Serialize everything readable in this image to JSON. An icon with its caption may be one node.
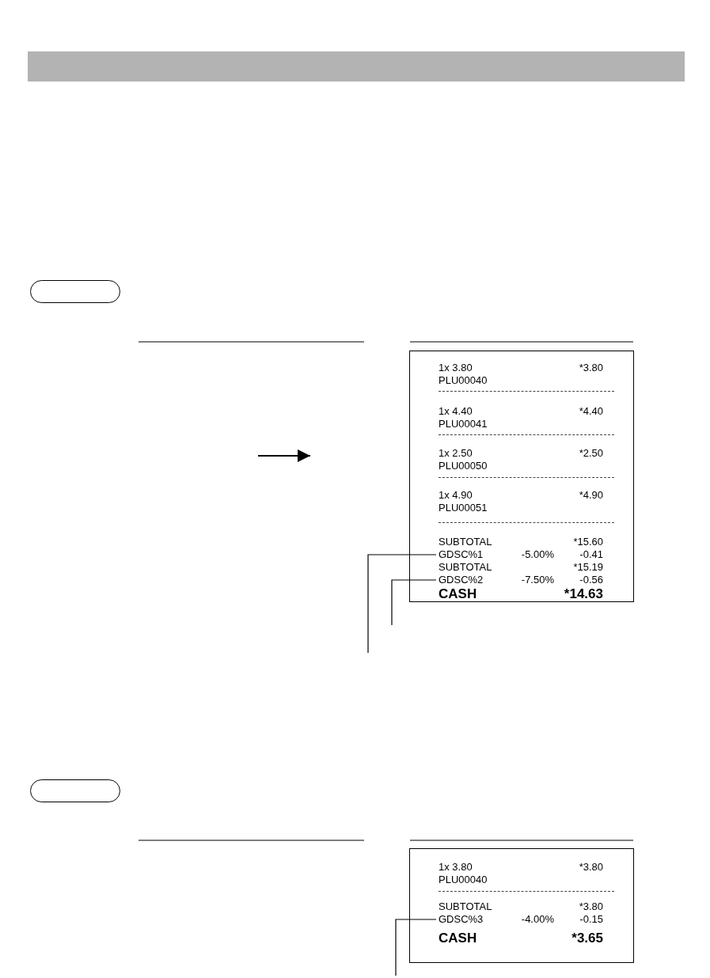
{
  "diagram": {
    "nodes": [
      {
        "text": [],
        "shape": "pill"
      },
      {
        "text": [],
        "shape": "box"
      },
      {
        "text": [
          "1x 3.80",
          "*3.80"
        ],
        "in": 1
      },
      {
        "text": [
          "PLU00040"
        ],
        "in": 1
      },
      {
        "text": [
          "1x 4.40",
          "*4.40"
        ],
        "in": 1
      },
      {
        "text": [
          "PLU00041"
        ],
        "in": 1
      },
      {
        "text": [
          "1x 2.50",
          "*2.50"
        ],
        "in": 1
      },
      {
        "text": [
          "PLU00050"
        ],
        "in": 1
      },
      {
        "text": [
          "1x 4.90",
          "*4.90"
        ],
        "in": 1
      },
      {
        "text": [
          "PLU00051"
        ],
        "in": 1
      },
      {
        "text": [
          "SUBTOTAL",
          "*15.60"
        ],
        "in": 1
      },
      {
        "text": [
          "GDSC%1",
          "-5.00%",
          "-0.41"
        ],
        "in": 1
      },
      {
        "text": [
          "SUBTOTAL",
          "*15.19"
        ],
        "in": 1
      },
      {
        "text": [
          "GDSC%2",
          "-7.50%",
          "-0.56"
        ],
        "in": 1
      },
      {
        "text": [
          "CASH",
          "*14.63"
        ],
        "in": 1
      },
      {
        "text": [],
        "shape": "pill"
      },
      {
        "text": [],
        "shape": "box"
      },
      {
        "text": [
          "1x 3.80",
          "*3.80"
        ],
        "in": 16
      },
      {
        "text": [
          "PLU00040"
        ],
        "in": 16
      },
      {
        "text": [
          "SUBTOTAL",
          "*3.80"
        ],
        "in": 16
      },
      {
        "text": [
          "GDSC%3",
          "-4.00%",
          "-0.15"
        ],
        "in": 16
      },
      {
        "text": [
          "CASH",
          "*3.65"
        ],
        "in": 16
      }
    ],
    "edges": [
      {
        "from": null,
        "to": 11,
        "arrow": "none"
      },
      {
        "from": null,
        "to": 13,
        "arrow": "none"
      },
      {
        "from": null,
        "to": 20,
        "arrow": "none"
      }
    ]
  }
}
